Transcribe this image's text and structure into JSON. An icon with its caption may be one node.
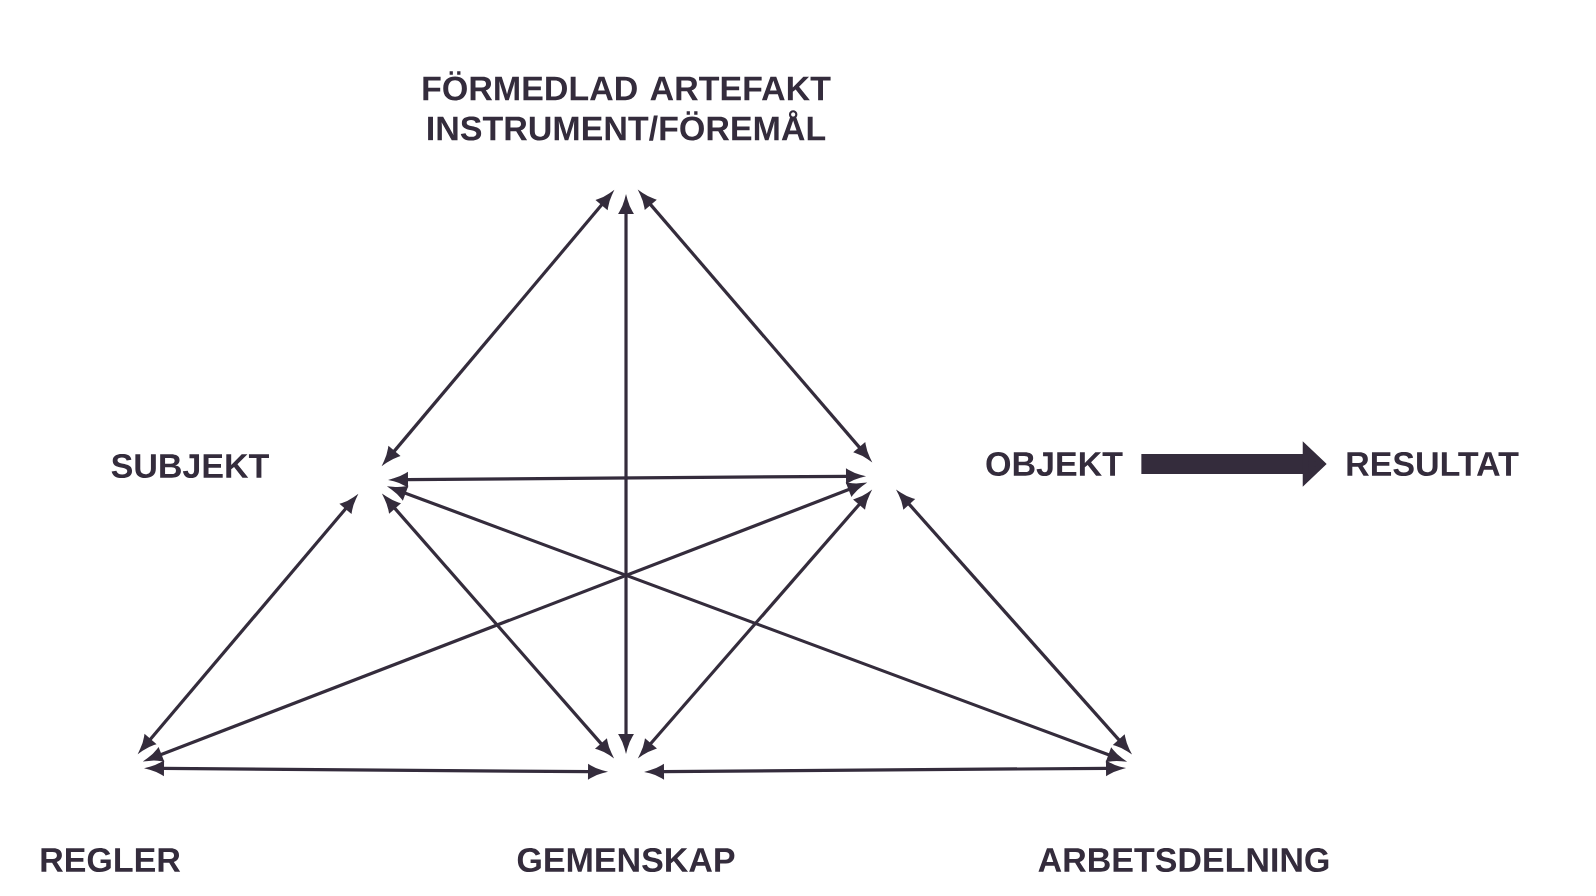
{
  "diagram": {
    "nodes": [
      {
        "text": [
          "FÖRMEDLAD ARTEFAKT INSTRUMENT/FÖREMÅL"
        ]
      },
      {
        "text": [
          "SUBJEKT"
        ]
      },
      {
        "text": [
          "OBJEKT"
        ]
      },
      {
        "text": [
          "RESULTAT"
        ]
      },
      {
        "text": [
          "REGLER"
        ]
      },
      {
        "text": [
          "GEMENSKAP"
        ]
      },
      {
        "text": [
          "ARBETSDELNING"
        ]
      }
    ],
    "edges": [
      {
        "from": 0,
        "to": 1,
        "arrow": "both"
      },
      {
        "from": 0,
        "to": 2,
        "arrow": "both"
      },
      {
        "from": 0,
        "to": 5,
        "arrow": "both"
      },
      {
        "from": 1,
        "to": 2,
        "arrow": "both"
      },
      {
        "from": 1,
        "to": 4,
        "arrow": "both"
      },
      {
        "from": 1,
        "to": 5,
        "arrow": "both"
      },
      {
        "from": 1,
        "to": 6,
        "arrow": "both"
      },
      {
        "from": 2,
        "to": 4,
        "arrow": "both"
      },
      {
        "from": 2,
        "to": 5,
        "arrow": "both"
      },
      {
        "from": 2,
        "to": 6,
        "arrow": "both"
      },
      {
        "from": 4,
        "to": 5,
        "arrow": "both"
      },
      {
        "from": 5,
        "to": 6,
        "arrow": "both"
      },
      {
        "from": 2,
        "to": 3,
        "arrow": "to",
        "style": "thick"
      }
    ]
  }
}
